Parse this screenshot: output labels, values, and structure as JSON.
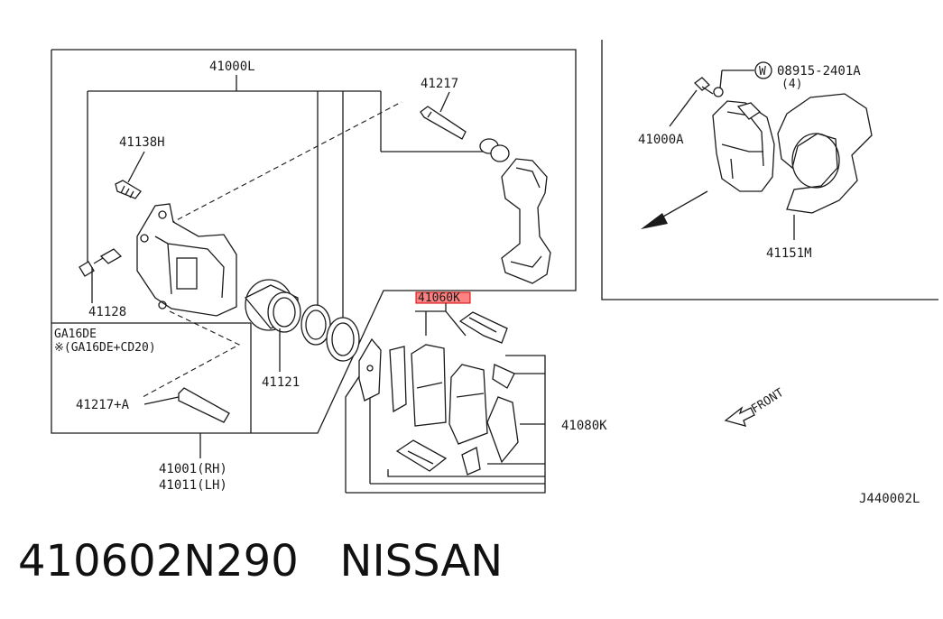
{
  "labels": {
    "caliper_assembly": "41000L",
    "pin_bolt": "41217",
    "bolt_h": "41138H",
    "bleeder": "41128",
    "engine_note_1": "GA16DE",
    "engine_note_2": "※(GA16DE+CD20)",
    "pin_a": "41217+A",
    "piston": "41121",
    "caliper_rh": "41001(RH)",
    "caliper_lh": "41011(LH)",
    "pad_kit": "41080K",
    "pad_kit_highlight": "41060K",
    "caliper_bolt": "41000A",
    "washer_code": "08915-2401A",
    "washer_qty": "(4)",
    "washer_symbol": "W",
    "baffle": "41151M",
    "front": "FRONT",
    "diagram_code": "J440002L"
  },
  "caption": {
    "part_number": "410602N290",
    "brand": "NISSAN"
  },
  "colors": {
    "highlight": "#ff5a5a",
    "line": "#1a1a1a"
  }
}
